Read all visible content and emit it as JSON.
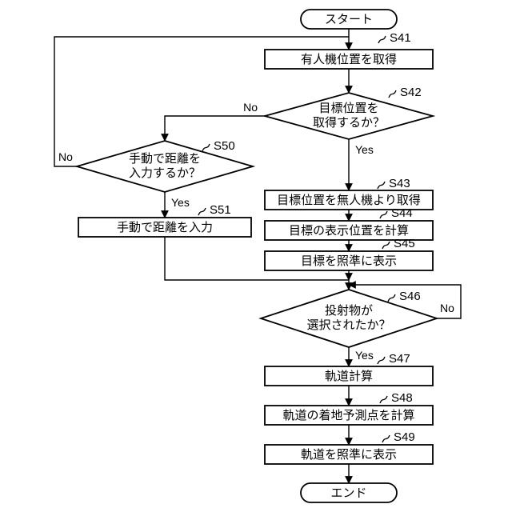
{
  "meta": {
    "background_color": "#ffffff",
    "line_color": "#000000"
  },
  "flowchart": {
    "start_label": "スタート",
    "end_label": "エンド",
    "yes": "Yes",
    "no": "No",
    "steps": {
      "s41": {
        "ref": "S41",
        "text": "有人機位置を取得"
      },
      "s42": {
        "ref": "S42",
        "line1": "目標位置を",
        "line2": "取得するか？"
      },
      "s43": {
        "ref": "S43",
        "text": "目標位置を無人機より取得"
      },
      "s44": {
        "ref": "S44",
        "text": "目標の表示位置を計算"
      },
      "s45": {
        "ref": "S45",
        "text": "目標を照準に表示"
      },
      "s46": {
        "ref": "S46",
        "line1": "投射物が",
        "line2": "選択されたか？"
      },
      "s47": {
        "ref": "S47",
        "text": "軌道計算"
      },
      "s48": {
        "ref": "S48",
        "text": "軌道の着地予測点を計算"
      },
      "s49": {
        "ref": "S49",
        "text": "軌道を照準に表示"
      },
      "s50": {
        "ref": "S50",
        "line1": "手動で距離を",
        "line2": "入力するか？"
      },
      "s51": {
        "ref": "S51",
        "text": "手動で距離を入力"
      }
    }
  }
}
